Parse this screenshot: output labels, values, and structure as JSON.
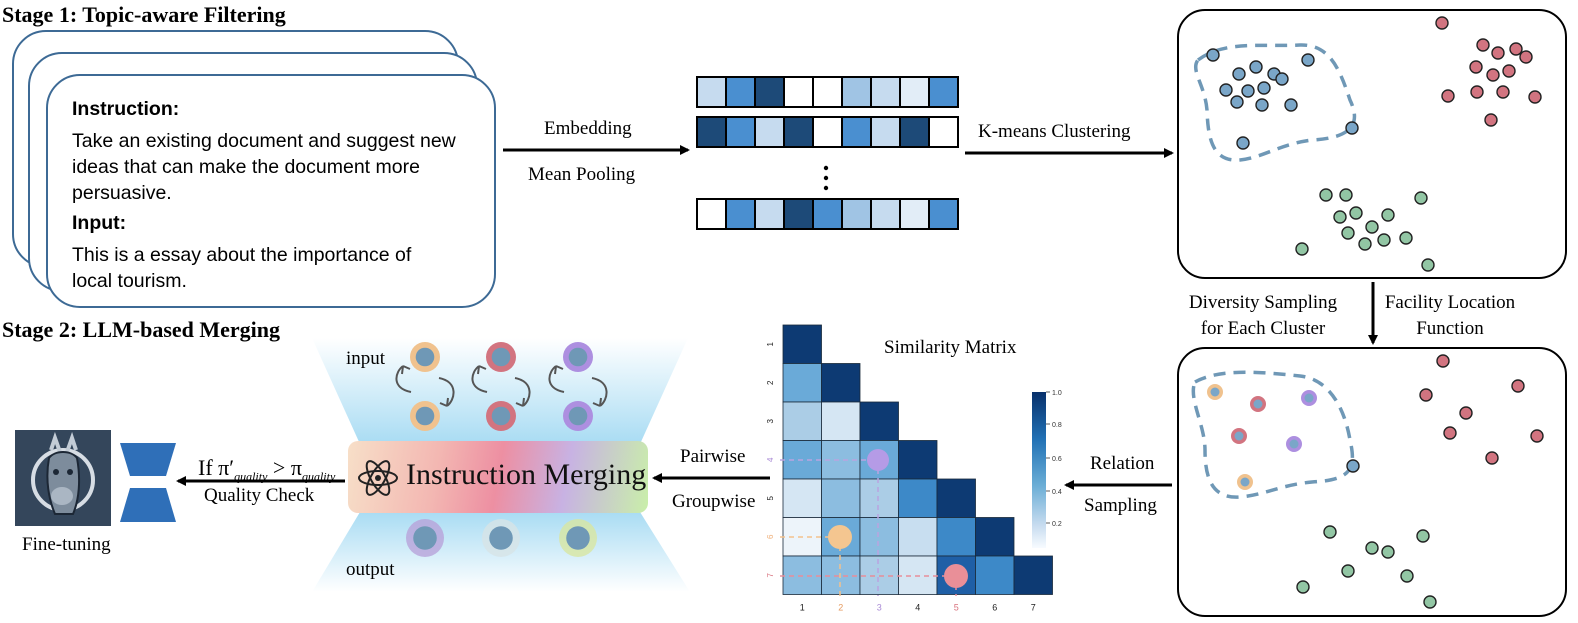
{
  "stage1": {
    "title": "Stage 1: Topic-aware Filtering"
  },
  "stage2": {
    "title": "Stage 2: LLM-based Merging"
  },
  "instruction_card": {
    "instruction_heading": "Instruction:",
    "instruction_text": "Take an existing document and suggest new ideas that can make the document more persuasive.",
    "input_heading": "Input:",
    "input_text": "This is a essay about the importance of local tourism."
  },
  "arrows": {
    "embedding": "Embedding",
    "mean_pooling": "Mean Pooling",
    "kmeans": "K-means Clustering",
    "diversity_sampling": [
      "Diversity Sampling",
      "for Each Cluster"
    ],
    "facility_location": [
      "Facility Location",
      "Function"
    ],
    "relation": "Relation",
    "sampling": "Sampling",
    "pairwise": "Pairwise",
    "groupwise": "Groupwise",
    "quality_condition": {
      "if": "If ",
      "pi_prime": "π′",
      "lt_sign": " > ",
      "pi": "π",
      "sub": "quality"
    },
    "quality_check": "Quality Check"
  },
  "embedding_rows": [
    [
      "#c6dbef",
      "#4a8fd0",
      "#1d4a78",
      "#ffffff",
      "#ffffff",
      "#a0c4e4",
      "#c6dbef",
      "#e2edf7",
      "#4a8fd0"
    ],
    [
      "#1d4a78",
      "#4a8fd0",
      "#c6dbef",
      "#1d4a78",
      "#ffffff",
      "#4a8fd0",
      "#c6dbef",
      "#1d4a78",
      "#ffffff"
    ],
    [
      "#ffffff",
      "#4a8fd0",
      "#c6dbef",
      "#1d4a78",
      "#4a8fd0",
      "#a0c4e4",
      "#c6dbef",
      "#e2edf7",
      "#4a8fd0"
    ]
  ],
  "cluster_colors": {
    "blue": "#7aa6c8",
    "red": "#d27480",
    "green": "#92c6a4",
    "orange": "#f0c28e",
    "purple": "#ad8fe0"
  },
  "similarity_matrix": {
    "title": "Similarity Matrix",
    "ticks": [
      "1",
      "2",
      "3",
      "4",
      "5",
      "6",
      "7"
    ],
    "colorbar_ticks": [
      "1.0",
      "0.8",
      "0.6",
      "0.4",
      "0.2"
    ],
    "cells": [
      [
        "#0d3a73"
      ],
      [
        "#6aaad8",
        "#0d3a73"
      ],
      [
        "#abcde6",
        "#d5e6f3",
        "#0d3a73"
      ],
      [
        "#6aaad8",
        "#8cbde0",
        "#6aaad8",
        "#0d3a73"
      ],
      [
        "#d5e6f3",
        "#8cbde0",
        "#abcde6",
        "#3d89c8",
        "#0d3a73"
      ],
      [
        "#edf4fa",
        "#6aaad8",
        "#8cbde0",
        "#c8def0",
        "#3d89c8",
        "#0d3a73"
      ],
      [
        "#8cbde0",
        "#8cbde0",
        "#abcde6",
        "#d5e6f3",
        "#1f5fa6",
        "#3d89c8",
        "#0d3a73"
      ]
    ],
    "tick_colors": [
      "#222222",
      "#222222",
      "#222222",
      "#a98ad6",
      "#222222",
      "#f0b07a",
      "#d9747f"
    ],
    "xtick_colors": [
      "#222222",
      "#e59a5f",
      "#a98ad6",
      "#222222",
      "#d9747f",
      "#222222",
      "#222222"
    ]
  },
  "merging": {
    "label": "Instruction Merging",
    "input_label": "input",
    "output_label": "output"
  },
  "finetune": {
    "label": "Fine-tuning"
  }
}
